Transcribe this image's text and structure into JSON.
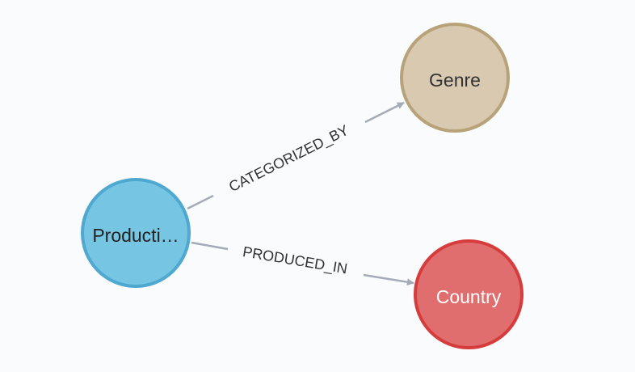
{
  "graph": {
    "nodes": [
      {
        "id": "production",
        "label": "Producti…",
        "fill": "#76c5e3",
        "stroke": "#4fa8d0",
        "text_color": "#222222"
      },
      {
        "id": "genre",
        "label": "Genre",
        "fill": "#d8c9b0",
        "stroke": "#b8a27a",
        "text_color": "#333333"
      },
      {
        "id": "country",
        "label": "Country",
        "fill": "#e06e6e",
        "stroke": "#d63c3c",
        "text_color": "#ffffff"
      }
    ],
    "relationships": [
      {
        "from": "production",
        "to": "genre",
        "type": "CATEGORIZED_BY"
      },
      {
        "from": "production",
        "to": "country",
        "type": "PRODUCED_IN"
      }
    ],
    "edge_color": "#a5abb6",
    "background": "#f9fbfd"
  }
}
